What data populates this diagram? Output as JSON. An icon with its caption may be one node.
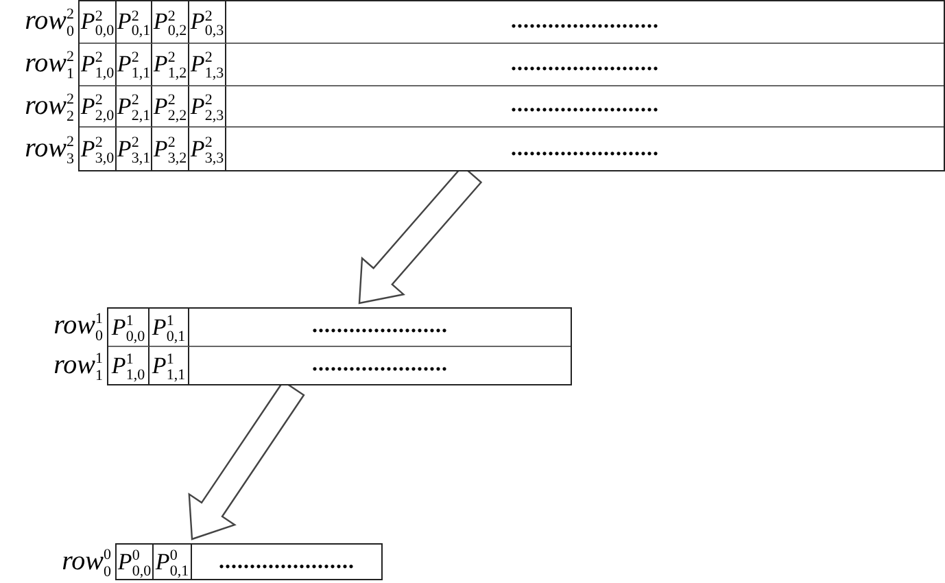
{
  "diagram": {
    "nodes": [
      {
        "text": [],
        "shape": "box"
      },
      {
        "text": [
          "P$^{2}$$_{0,0}$"
        ],
        "in": 0
      },
      {
        "text": [
          "P$^{2}$$_{0,1}$"
        ],
        "in": 0
      },
      {
        "text": [
          "P$^{2}$$_{0,2}$"
        ],
        "in": 0
      },
      {
        "text": [
          "P$^{2}$$_{0,3}$"
        ],
        "in": 0
      },
      {
        "text": [
          "........................"
        ],
        "in": 0
      },
      {
        "text": [
          "P$^{2}$$_{1,0}$"
        ],
        "in": 0
      },
      {
        "text": [
          "P$^{2}$$_{1,1}$"
        ],
        "in": 0
      },
      {
        "text": [
          "P$^{2}$$_{1,2}$"
        ],
        "in": 0
      },
      {
        "text": [
          "P$^{2}$$_{1,3}$"
        ],
        "in": 0
      },
      {
        "text": [
          "........................"
        ],
        "in": 0
      },
      {
        "text": [
          "P$^{2}$$_{2,0}$"
        ],
        "in": 0
      },
      {
        "text": [
          "P$^{2}$$_{2,1}$"
        ],
        "in": 0
      },
      {
        "text": [
          "P$^{2}$$_{2,2}$"
        ],
        "in": 0
      },
      {
        "text": [
          "P$^{2}$$_{2,3}$"
        ],
        "in": 0
      },
      {
        "text": [
          "........................"
        ],
        "in": 0
      },
      {
        "text": [
          "P$^{2}$$_{3,0}$"
        ],
        "in": 0
      },
      {
        "text": [
          "P$^{2}$$_{3,1}$"
        ],
        "in": 0
      },
      {
        "text": [
          "P$^{2}$$_{3,2}$"
        ],
        "in": 0
      },
      {
        "text": [
          "P$^{2}$$_{3,3}$"
        ],
        "in": 0
      },
      {
        "text": [
          "........................"
        ],
        "in": 0
      },
      {
        "text": [],
        "shape": "box"
      },
      {
        "text": [
          "P$^{1}$$_{0,0}$"
        ],
        "in": 21
      },
      {
        "text": [
          "P$^{1}$$_{0,1}$"
        ],
        "in": 21
      },
      {
        "text": [
          "......................"
        ],
        "in": 21
      },
      {
        "text": [
          "P$^{1}$$_{1,0}$"
        ],
        "in": 21
      },
      {
        "text": [
          "P$^{1}$$_{1,1}$"
        ],
        "in": 21
      },
      {
        "text": [
          "......................"
        ],
        "in": 21
      },
      {
        "text": [],
        "shape": "box"
      },
      {
        "text": [
          "P$^{0}$$_{0,0}$"
        ],
        "in": 28
      },
      {
        "text": [
          "P$^{0}$$_{0,1}$"
        ],
        "in": 28
      },
      {
        "text": [
          "......................"
        ],
        "in": 28
      }
    ],
    "edges": [
      {
        "from": 0,
        "to": 21,
        "arrow": "to",
        "style": "thick"
      },
      {
        "from": 21,
        "to": 28,
        "arrow": "to",
        "style": "thick"
      }
    ],
    "labels": [
      "row$_{0}$$^{2}$",
      "row$_{1}$$^{2}$",
      "row$_{2}$$^{2}$",
      "row$_{3}$$^{2}$",
      "row$_{0}$$^{1}$",
      "row$_{1}$$^{1}$",
      "row$_{0}$$^{0}$"
    ]
  }
}
